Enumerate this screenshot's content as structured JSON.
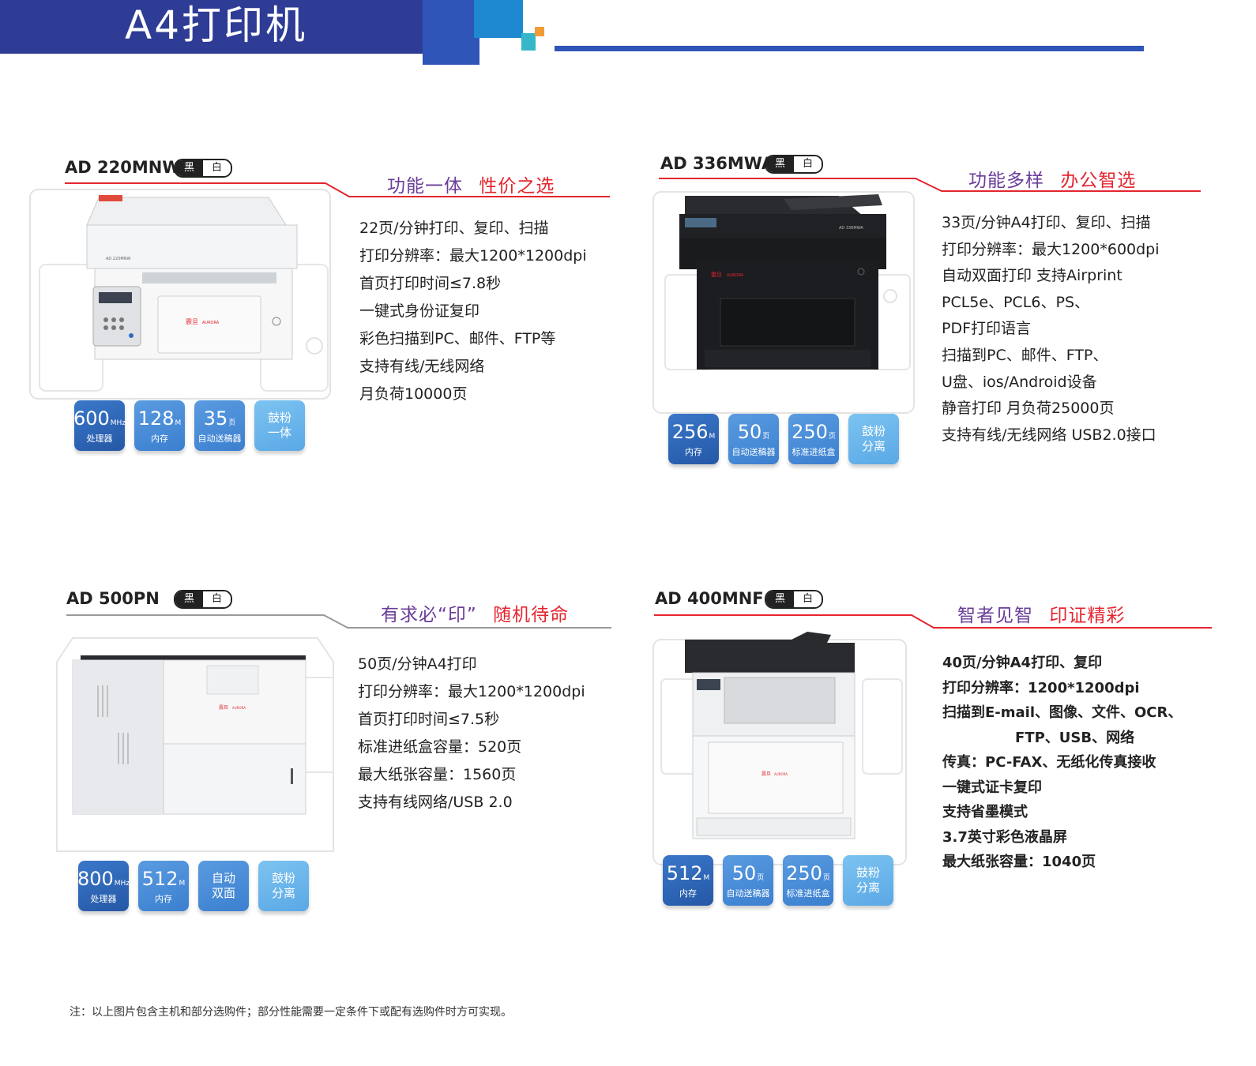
{
  "header": {
    "title": "A4打印机"
  },
  "tag": {
    "black": "黑",
    "white": "白"
  },
  "products": [
    {
      "model": "AD 220MNW",
      "slogan_p": "功能一体",
      "slogan_r": "性价之选",
      "specs": [
        "22页/分钟打印、复印、扫描",
        "打印分辨率：最大1200*1200dpi",
        "首页打印时间≤7.8秒",
        "一键式身份证复印",
        "彩色扫描到PC、邮件、FTP等",
        "支持有线/无线网络",
        "月负荷10000页"
      ],
      "badges": [
        {
          "big": "600",
          "unit": "MHz",
          "sub": "处理器"
        },
        {
          "big": "128",
          "unit": "M",
          "sub": "内存"
        },
        {
          "big": "35",
          "unit": "页",
          "sub": "自动送稿器"
        },
        {
          "line1": "鼓粉",
          "line2": "一体"
        }
      ]
    },
    {
      "model": "AD 336MWA",
      "slogan_p": "功能多样",
      "slogan_r": "办公智选",
      "specs": [
        "33页/分钟A4打印、复印、扫描",
        "打印分辨率：最大1200*600dpi",
        "自动双面打印  支持Airprint",
        "PCL5e、PCL6、PS、",
        "PDF打印语言",
        "扫描到PC、邮件、FTP、",
        "U盘、ios/Android设备",
        "静音打印  月负荷25000页",
        "支持有线/无线网络 USB2.0接口"
      ],
      "badges": [
        {
          "big": "256",
          "unit": "M",
          "sub": "内存"
        },
        {
          "big": "50",
          "unit": "页",
          "sub": "自动送稿器"
        },
        {
          "big": "250",
          "unit": "页",
          "sub": "标准进纸盒"
        },
        {
          "line1": "鼓粉",
          "line2": "分离"
        }
      ]
    },
    {
      "model": "AD 500PN",
      "slogan_p": "有求必“印”",
      "slogan_r": "随机待命",
      "specs": [
        "50页/分钟A4打印",
        "打印分辨率：最大1200*1200dpi",
        "首页打印时间≤7.5秒",
        "标准进纸盒容量：520页",
        "最大纸张容量：1560页",
        "支持有线网络/USB 2.0"
      ],
      "badges": [
        {
          "big": "800",
          "unit": "MHz",
          "sub": "处理器"
        },
        {
          "big": "512",
          "unit": "M",
          "sub": "内存"
        },
        {
          "line1": "自动",
          "line2": "双面"
        },
        {
          "line1": "鼓粉",
          "line2": "分离"
        }
      ]
    },
    {
      "model": "AD 400MNF",
      "slogan_p": "智者见智",
      "slogan_r": "印证精彩",
      "specs": [
        "40页/分钟A4打印、复印",
        "打印分辨率：1200*1200dpi",
        "扫描到E-mail、图像、文件、OCR、",
        "FTP、USB、网络",
        "传真：PC-FAX、无纸化传真接收",
        "一键式证卡复印",
        "支持省墨模式",
        "3.7英寸彩色液晶屏",
        "最大纸张容量：1040页"
      ],
      "badges": [
        {
          "big": "512",
          "unit": "M",
          "sub": "内存"
        },
        {
          "big": "50",
          "unit": "页",
          "sub": "自动送稿器"
        },
        {
          "big": "250",
          "unit": "页",
          "sub": "标准进纸盒"
        },
        {
          "line1": "鼓粉",
          "line2": "分离"
        }
      ]
    }
  ],
  "printer_labels": {
    "p1": "AD 220MNW",
    "p2": "AD 336MWA"
  },
  "brand": {
    "cn": "震旦",
    "en": "AURORA"
  },
  "note": "注：以上图片包含主机和部分选购件；部分性能需要一定条件下或配有选购件时方可实现。"
}
